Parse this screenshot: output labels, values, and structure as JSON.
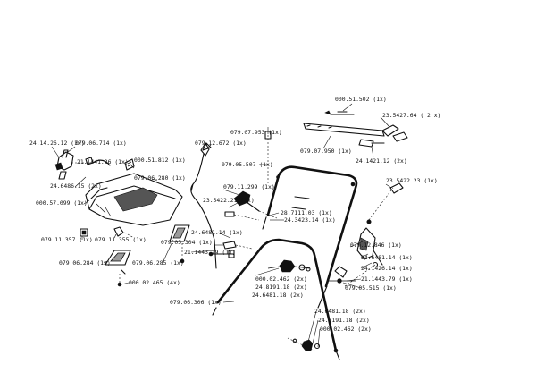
{
  "labels": {
    "p_000_51_502": "000.51.502 (1x)",
    "p_23_5427_64": "23.5427.64 ( 2 x)",
    "p_079_07_950": "079.07.950 (1x)",
    "p_24_1421_12": "24.1421.12 (2x)",
    "p_079_07_953": "079.07.953 (1x)",
    "p_079_12_672": "079.12.672 (1x)",
    "p_079_05_507": "079.05.507 (1x)",
    "p_24_1426_12": "24.14.26.12 (1x)",
    "p_079_06_714": "079.06.714 (1x)",
    "p_21_1441_26": "21.1441.26 (1x)",
    "p_000_51_812": "000.51.812 (1x)",
    "p_24_6486_15": "24.6486.15 (2x)",
    "p_079_06_280": "079.06.280 (1x)",
    "p_000_57_099": "000.57.099 (1x)",
    "p_079_11_299": "079.11.299 (1x)",
    "p_23_5422_21": "23.5422.21 (1x)",
    "p_28_7111_03": "28.7111.03 (1x)",
    "p_24_3423_14": "24.3423.14 (1x)",
    "p_23_5422_23": "23.5422.23 (1x)",
    "p_079_11_357": "079.11.357 (1x)",
    "p_079_11_355": "079.11.355 (1x)",
    "p_24_6481_14_a": "24.6481.14 (1x)",
    "p_079_05_304": "079.05.304 (1x)",
    "p_079_12_846": "079.12.846 (1x)",
    "p_24_6481_14_b": "24.6481.14 (1x)",
    "p_079_06_284": "079.06.284 (1x)",
    "p_079_06_285": "079.06.285 (1x)",
    "p_21_1443_79_a": "21.1443.79 (1x)",
    "p_24_1426_14": "24.1426.14 (1x)",
    "p_000_02_465": "000.02.465 (4x)",
    "p_000_02_462_a": "000.02.462 (2x)",
    "p_24_8191_18_a": "24.8191.18 (2x)",
    "p_24_6481_18_a": "24.6481.18 (2x)",
    "p_21_1443_79_b": "21.1443.79 (1x)",
    "p_079_05_515": "079.05.515 (1x)",
    "p_079_06_306": "079.06.306 (1x)",
    "p_24_6481_18_b": "24.6481.18 (2x)",
    "p_24_8191_18_b": "24.8191.18 (2x)",
    "p_000_02_462_b": "000.02.462 (2x)"
  }
}
